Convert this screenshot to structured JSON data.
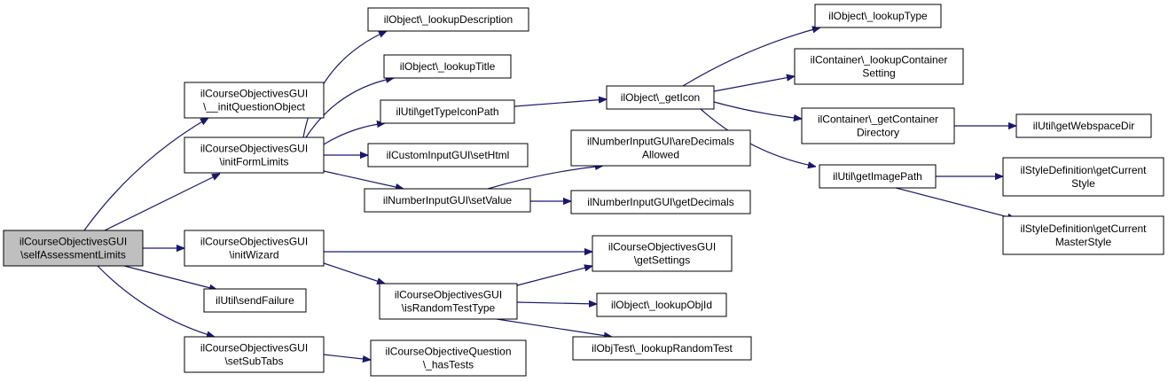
{
  "graph": {
    "edge_color": "#191970",
    "root_fill": "#bfbfbf",
    "nodes": [
      {
        "id": "root",
        "lines": [
          "ilCourseObjectivesGUI",
          "\\selfAssessmentLimits"
        ],
        "root": true
      },
      {
        "id": "initQuestionObject",
        "lines": [
          "ilCourseObjectivesGUI",
          "\\__initQuestionObject"
        ]
      },
      {
        "id": "initFormLimits",
        "lines": [
          "ilCourseObjectivesGUI",
          "\\initFormLimits"
        ]
      },
      {
        "id": "initWizard",
        "lines": [
          "ilCourseObjectivesGUI",
          "\\initWizard"
        ]
      },
      {
        "id": "sendFailure",
        "lines": [
          "ilUtil\\sendFailure"
        ]
      },
      {
        "id": "setSubTabs",
        "lines": [
          "ilCourseObjectivesGUI",
          "\\setSubTabs"
        ]
      },
      {
        "id": "lookupDescription",
        "lines": [
          "ilObject\\_lookupDescription"
        ]
      },
      {
        "id": "lookupTitle",
        "lines": [
          "ilObject\\_lookupTitle"
        ]
      },
      {
        "id": "getTypeIconPath",
        "lines": [
          "ilUtil\\getTypeIconPath"
        ]
      },
      {
        "id": "setHtml",
        "lines": [
          "ilCustomInputGUI\\setHtml"
        ]
      },
      {
        "id": "setValue",
        "lines": [
          "ilNumberInputGUI\\setValue"
        ]
      },
      {
        "id": "isRandomTestType",
        "lines": [
          "ilCourseObjectivesGUI",
          "\\isRandomTestType"
        ]
      },
      {
        "id": "hasTests",
        "lines": [
          "ilCourseObjectiveQuestion",
          "\\_hasTests"
        ]
      },
      {
        "id": "getIcon",
        "lines": [
          "ilObject\\_getIcon"
        ]
      },
      {
        "id": "areDecimalsAllowed",
        "lines": [
          "ilNumberInputGUI\\areDecimals",
          "Allowed"
        ]
      },
      {
        "id": "getDecimals",
        "lines": [
          "ilNumberInputGUI\\getDecimals"
        ]
      },
      {
        "id": "getSettings",
        "lines": [
          "ilCourseObjectivesGUI",
          "\\getSettings"
        ]
      },
      {
        "id": "lookupObjId",
        "lines": [
          "ilObject\\_lookupObjId"
        ]
      },
      {
        "id": "lookupRandomTest",
        "lines": [
          "ilObjTest\\_lookupRandomTest"
        ]
      },
      {
        "id": "lookupType",
        "lines": [
          "ilObject\\_lookupType"
        ]
      },
      {
        "id": "lookupContainerSetting",
        "lines": [
          "ilContainer\\_lookupContainer",
          "Setting"
        ]
      },
      {
        "id": "getContainerDirectory",
        "lines": [
          "ilContainer\\_getContainer",
          "Directory"
        ]
      },
      {
        "id": "getImagePath",
        "lines": [
          "ilUtil\\getImagePath"
        ]
      },
      {
        "id": "getWebspaceDir",
        "lines": [
          "ilUtil\\getWebspaceDir"
        ]
      },
      {
        "id": "getCurrentStyle",
        "lines": [
          "ilStyleDefinition\\getCurrent",
          "Style"
        ]
      },
      {
        "id": "getCurrentMasterStyle",
        "lines": [
          "ilStyleDefinition\\getCurrent",
          "MasterStyle"
        ]
      }
    ],
    "edges": [
      {
        "from": "root",
        "to": "initQuestionObject"
      },
      {
        "from": "root",
        "to": "initFormLimits"
      },
      {
        "from": "root",
        "to": "initWizard"
      },
      {
        "from": "root",
        "to": "sendFailure"
      },
      {
        "from": "root",
        "to": "setSubTabs"
      },
      {
        "from": "initFormLimits",
        "to": "lookupDescription"
      },
      {
        "from": "initFormLimits",
        "to": "lookupTitle"
      },
      {
        "from": "initFormLimits",
        "to": "getTypeIconPath"
      },
      {
        "from": "initFormLimits",
        "to": "setHtml"
      },
      {
        "from": "initFormLimits",
        "to": "setValue"
      },
      {
        "from": "initWizard",
        "to": "getSettings"
      },
      {
        "from": "initWizard",
        "to": "isRandomTestType"
      },
      {
        "from": "setSubTabs",
        "to": "hasTests"
      },
      {
        "from": "getTypeIconPath",
        "to": "getIcon"
      },
      {
        "from": "setValue",
        "to": "areDecimalsAllowed"
      },
      {
        "from": "setValue",
        "to": "getDecimals"
      },
      {
        "from": "isRandomTestType",
        "to": "getSettings"
      },
      {
        "from": "isRandomTestType",
        "to": "lookupObjId"
      },
      {
        "from": "isRandomTestType",
        "to": "lookupRandomTest"
      },
      {
        "from": "getIcon",
        "to": "lookupType"
      },
      {
        "from": "getIcon",
        "to": "lookupContainerSetting"
      },
      {
        "from": "getIcon",
        "to": "getContainerDirectory"
      },
      {
        "from": "getIcon",
        "to": "getImagePath"
      },
      {
        "from": "getContainerDirectory",
        "to": "getWebspaceDir"
      },
      {
        "from": "getImagePath",
        "to": "getCurrentStyle"
      },
      {
        "from": "getImagePath",
        "to": "getCurrentMasterStyle"
      }
    ]
  }
}
